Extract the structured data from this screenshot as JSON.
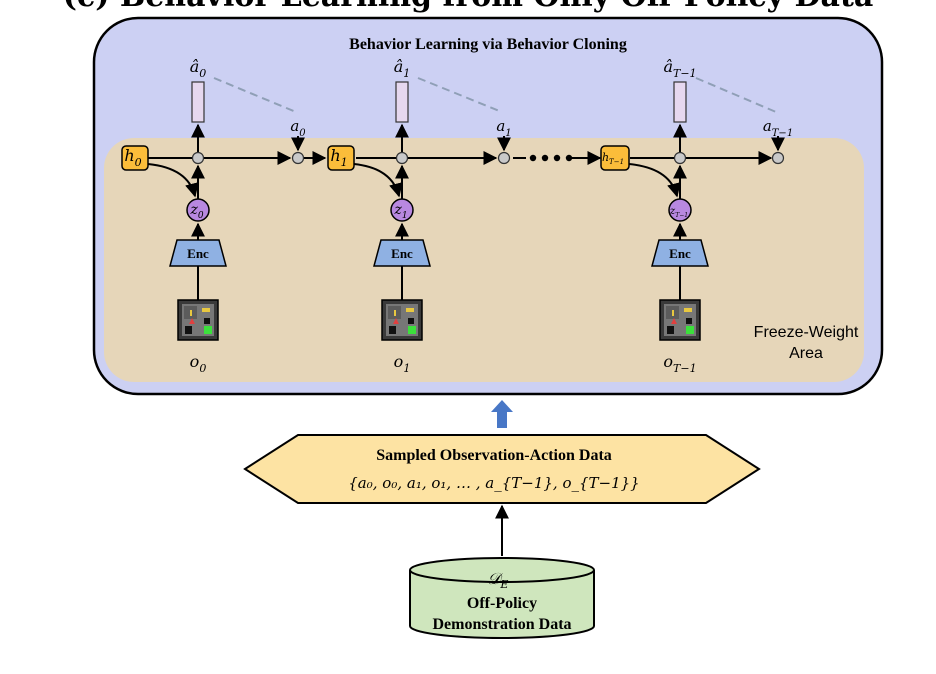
{
  "top_cropped_caption": "(c) Behavior Learning from Only Off-Policy Data",
  "main_box": {
    "title": "Behavior Learning via Behavior Cloning",
    "freeze_label_line1": "Freeze-Weight",
    "freeze_label_line2": "Area"
  },
  "timesteps": [
    {
      "hidden": "h",
      "hidden_sub": "0",
      "latent": "z",
      "latent_sub": "0",
      "pred": "â",
      "pred_sub": "0",
      "action": "a",
      "action_sub": "0",
      "obs": "o",
      "obs_sub": "0",
      "encoder": "Enc"
    },
    {
      "hidden": "h",
      "hidden_sub": "1",
      "latent": "z",
      "latent_sub": "1",
      "pred": "â",
      "pred_sub": "1",
      "action": "a",
      "action_sub": "1",
      "obs": "o",
      "obs_sub": "1",
      "encoder": "Enc"
    },
    {
      "hidden": "h",
      "hidden_sub": "T−1",
      "latent": "z",
      "latent_sub": "T−1",
      "pred": "â",
      "pred_sub": "T−1",
      "action": "a",
      "action_sub": "T−1",
      "obs": "o",
      "obs_sub": "T−1",
      "encoder": "Enc"
    }
  ],
  "sampled_data": {
    "title": "Sampled Observation-Action Data",
    "sequence": "{a₀, o₀, a₁, o₁, … , a_{T−1}, o_{T−1}}"
  },
  "dataset": {
    "symbol": "𝒟",
    "symbol_sub": "E",
    "line1": "Off-Policy",
    "line2": "Demonstration Data"
  },
  "colors": {
    "outer_box_fill": "#ccd0f3",
    "freeze_area_fill": "#e6d6b9",
    "hidden_fill": "#fbbd3a",
    "latent_fill": "#b888e0",
    "encoder_fill": "#8fb1e3",
    "pred_bar_fill": "#e6d8ef",
    "node_fill": "#c9c9c9",
    "hexagon_fill": "#fde3a3",
    "cylinder_fill": "#cfe6bd",
    "up_arrow_fill": "#4877c6",
    "dashed_line": "#8f9fb6"
  }
}
